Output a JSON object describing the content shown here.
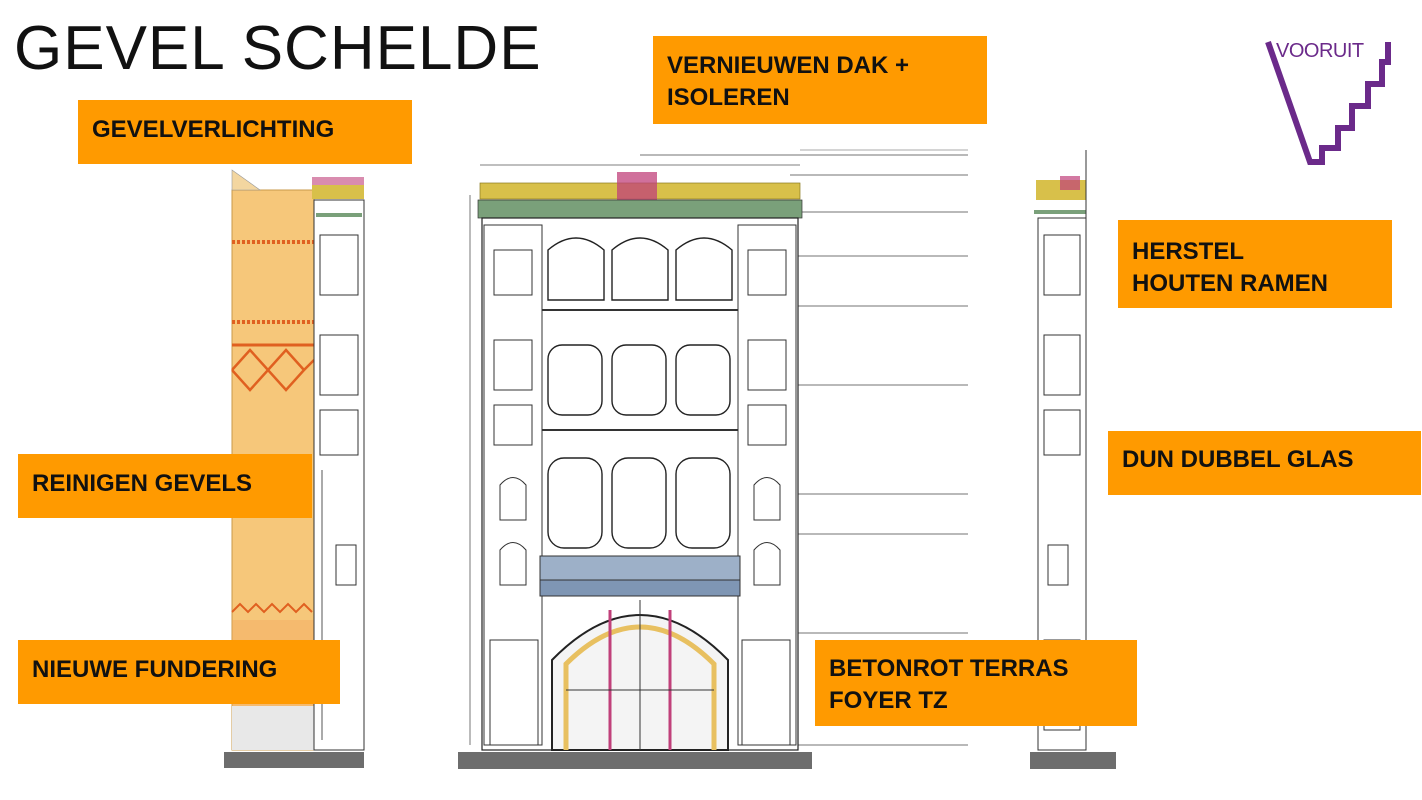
{
  "slide": {
    "title": "GEVEL SCHELDE",
    "logo_text": "VOORUIT",
    "labels": {
      "dak_line1": "VERNIEUWEN DAK +",
      "dak_line2": "ISOLEREN",
      "gevelverlichting": "GEVELVERLICHTING",
      "ramen_line1": "HERSTEL",
      "ramen_line2": "HOUTEN RAMEN",
      "glas": "DUN DUBBEL GLAS",
      "reinigen": "REINIGEN GEVELS",
      "fundering": "NIEUWE FUNDERING",
      "betonrot_line1": "BETONROT TERRAS",
      "betonrot_line2": "FOYER TZ"
    }
  },
  "colors": {
    "accent": "#ff9a00",
    "logo": "#6b2a8a",
    "drawing_line": "#333333",
    "ground": "#6d6d6d",
    "crest_gold": "#d8c04a",
    "crest_pink": "#c0407a",
    "cornice_green": "#7aa07a",
    "side_panel": "#f6c77a"
  }
}
